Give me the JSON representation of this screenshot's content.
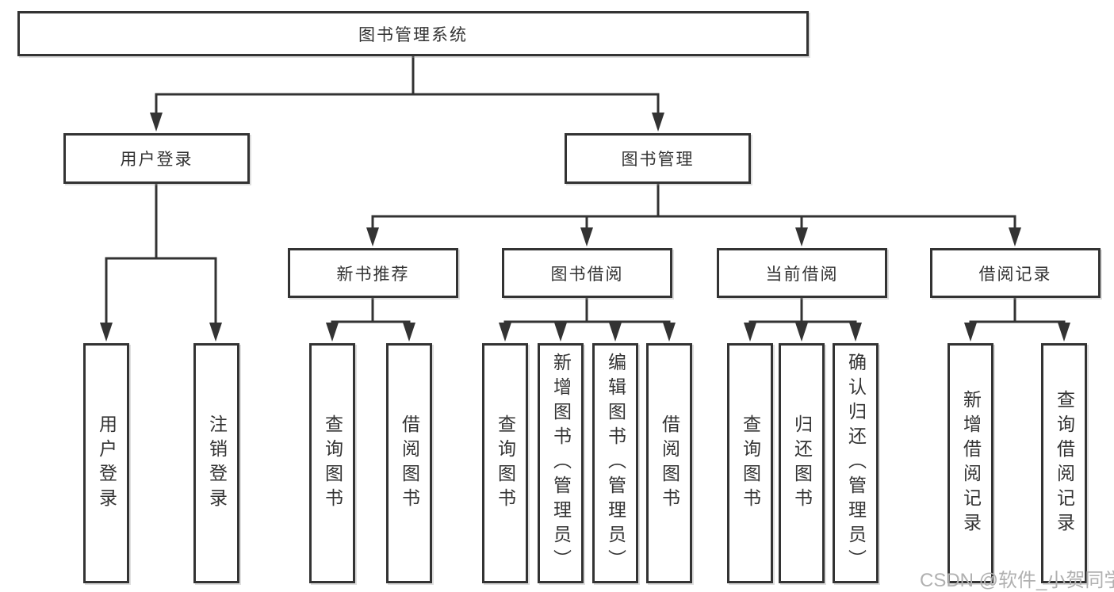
{
  "diagram_type": "hierarchy",
  "tree": {
    "label": "图书管理系统",
    "children": [
      {
        "label": "用户登录",
        "children": [
          {
            "label": "用户登录"
          },
          {
            "label": "注销登录"
          }
        ]
      },
      {
        "label": "图书管理",
        "children": [
          {
            "label": "新书推荐",
            "children": [
              {
                "label": "查询图书"
              },
              {
                "label": "借阅图书"
              }
            ]
          },
          {
            "label": "图书借阅",
            "children": [
              {
                "label": "查询图书"
              },
              {
                "label": "新增图书（管理员）"
              },
              {
                "label": "编辑图书（管理员）"
              },
              {
                "label": "借阅图书"
              }
            ]
          },
          {
            "label": "当前借阅",
            "children": [
              {
                "label": "查询图书"
              },
              {
                "label": "归还图书"
              },
              {
                "label": "确认归还（管理员）"
              }
            ]
          },
          {
            "label": "借阅记录",
            "children": [
              {
                "label": "新增借阅记录"
              },
              {
                "label": "查询借阅记录"
              }
            ]
          }
        ]
      }
    ]
  },
  "watermark": "CSDN @软件_小贺同学",
  "colors": {
    "border": "#333333",
    "line": "#333333",
    "text": "#333333",
    "watermark": "#b0b0b0",
    "background": "#ffffff"
  }
}
